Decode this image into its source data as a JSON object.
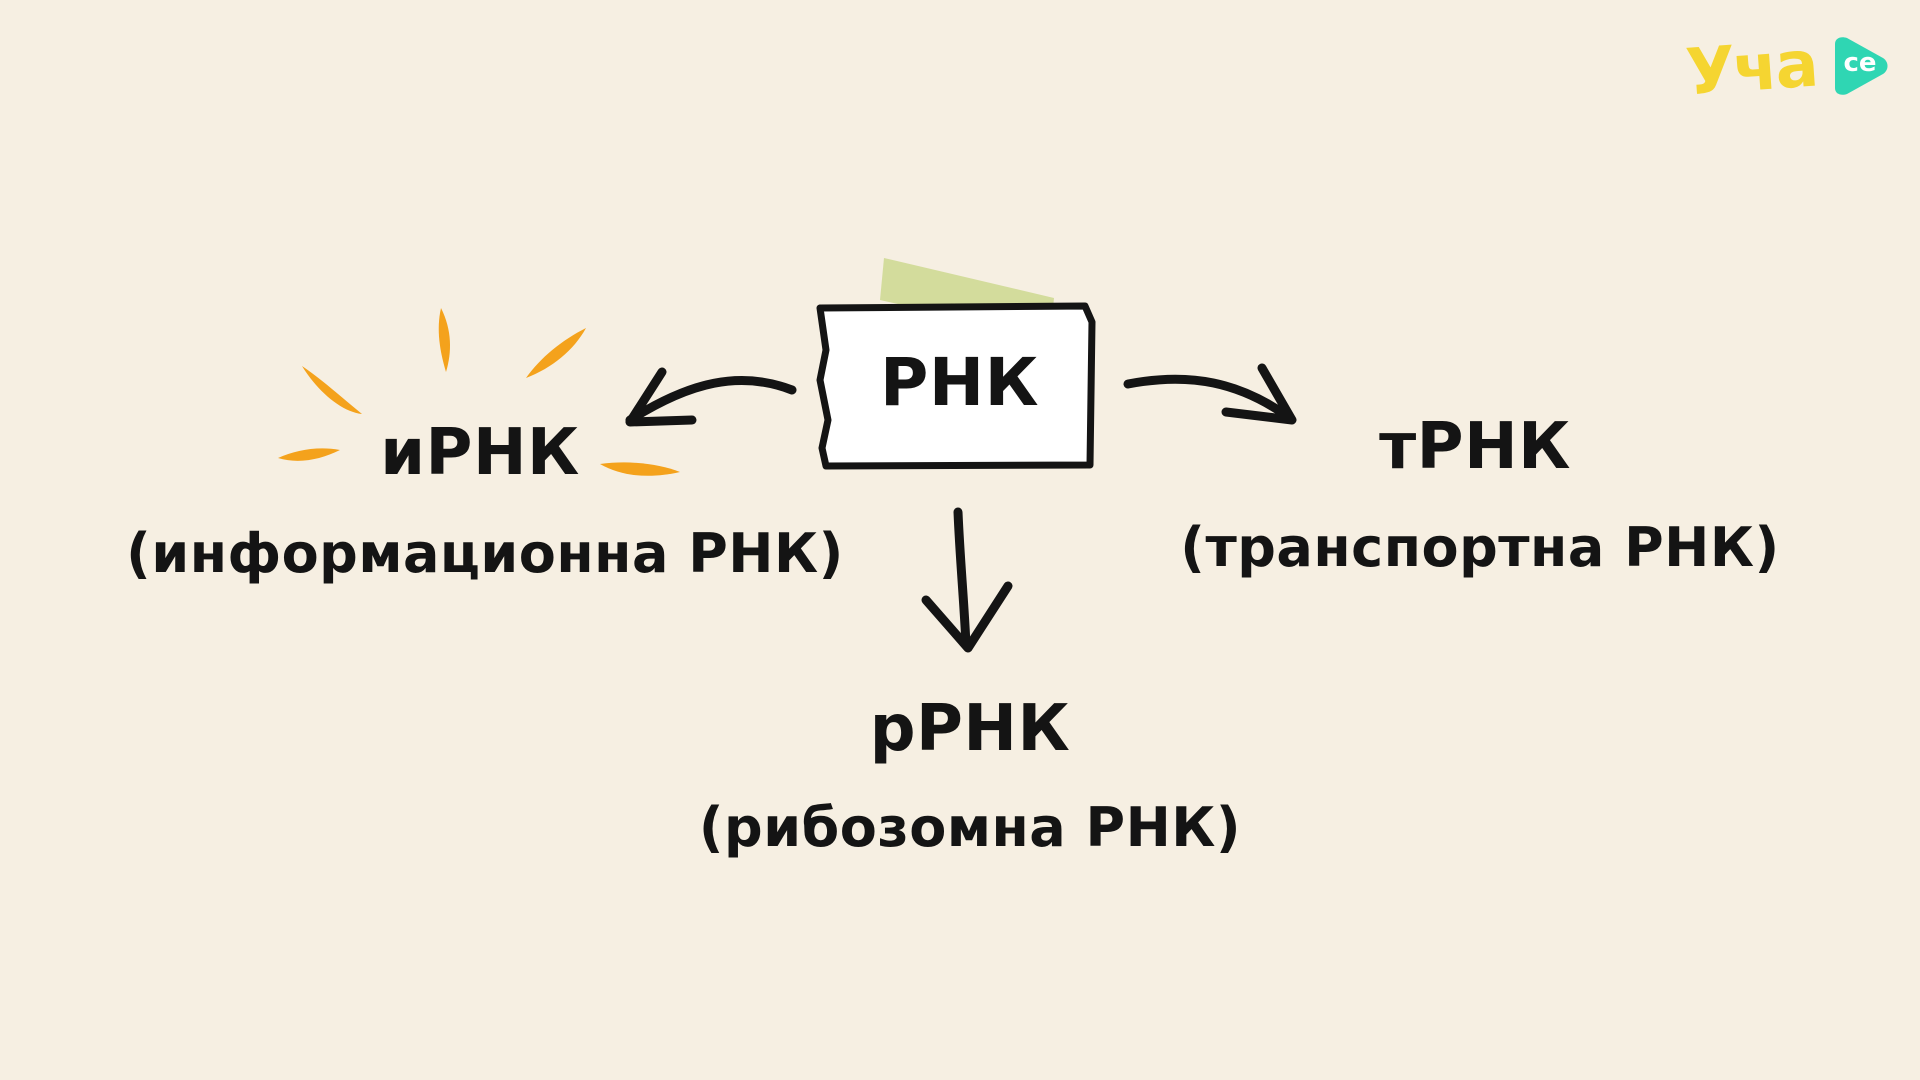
{
  "center": {
    "label": "РНК"
  },
  "left": {
    "abbr": "иРНК",
    "full": "(информационна РНК)"
  },
  "right": {
    "abbr": "тРНК",
    "full": "(транспортна РНК)"
  },
  "bottom": {
    "abbr": "рРНК",
    "full": "(рибозомна РНК)"
  },
  "logo": {
    "main": "Уча",
    "badge": "се"
  },
  "colors": {
    "background": "#f6efe2",
    "ink": "#141414",
    "highlight": "#f4a21c",
    "tape": "#cdd88f",
    "logo_yellow": "#f5d531",
    "logo_teal": "#2fd6b3"
  },
  "icons": [
    "arrow-left-icon",
    "arrow-right-icon",
    "arrow-down-icon",
    "highlight-burst-icon",
    "tape-icon"
  ]
}
